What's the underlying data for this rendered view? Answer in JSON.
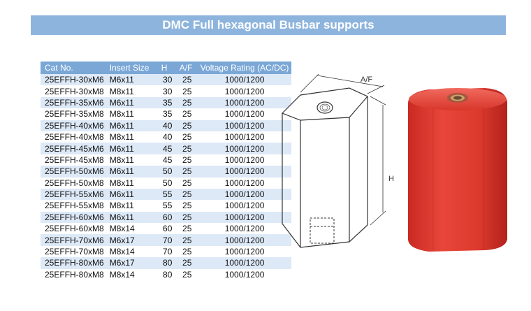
{
  "banner": {
    "title": "DMC Full hexagonal Busbar supports"
  },
  "table": {
    "headers": [
      "Cat No.",
      "Insert Size",
      "H",
      "A/F",
      "Voltage Rating (AC/DC)"
    ],
    "rows": [
      [
        "25EFFH-30xM6",
        "M6x11",
        "30",
        "25",
        "1000/1200"
      ],
      [
        "25EFFH-30xM8",
        "M8x11",
        "30",
        "25",
        "1000/1200"
      ],
      [
        "25EFFH-35xM6",
        "M6x11",
        "35",
        "25",
        "1000/1200"
      ],
      [
        "25EFFH-35xM8",
        "M8x11",
        "35",
        "25",
        "1000/1200"
      ],
      [
        "25EFFH-40xM6",
        "M6x11",
        "40",
        "25",
        "1000/1200"
      ],
      [
        "25EFFH-40xM8",
        "M8x11",
        "40",
        "25",
        "1000/1200"
      ],
      [
        "25EFFH-45xM6",
        "M6x11",
        "45",
        "25",
        "1000/1200"
      ],
      [
        "25EFFH-45xM8",
        "M8x11",
        "45",
        "25",
        "1000/1200"
      ],
      [
        "25EFFH-50xM6",
        "M6x11",
        "50",
        "25",
        "1000/1200"
      ],
      [
        "25EFFH-50xM8",
        "M8x11",
        "50",
        "25",
        "1000/1200"
      ],
      [
        "25EFFH-55xM6",
        "M6x11",
        "55",
        "25",
        "1000/1200"
      ],
      [
        "25EFFH-55xM8",
        "M8x11",
        "55",
        "25",
        "1000/1200"
      ],
      [
        "25EFFH-60xM6",
        "M6x11",
        "60",
        "25",
        "1000/1200"
      ],
      [
        "25EFFH-60xM8",
        "M8x14",
        "60",
        "25",
        "1000/1200"
      ],
      [
        "25EFFH-70xM6",
        "M6x17",
        "70",
        "25",
        "1000/1200"
      ],
      [
        "25EFFH-70xM8",
        "M8x14",
        "70",
        "25",
        "1000/1200"
      ],
      [
        "25EFFH-80xM6",
        "M6x17",
        "80",
        "25",
        "1000/1200"
      ],
      [
        "25EFFH-80xM8",
        "M8x14",
        "80",
        "25",
        "1000/1200"
      ]
    ]
  },
  "drawing": {
    "af_label": "A/F",
    "h_label": "H"
  },
  "colors": {
    "banner": "#8db4dd",
    "header": "#7aa7d6",
    "stripe": "#dde9f7",
    "product": "#e23b2e"
  }
}
